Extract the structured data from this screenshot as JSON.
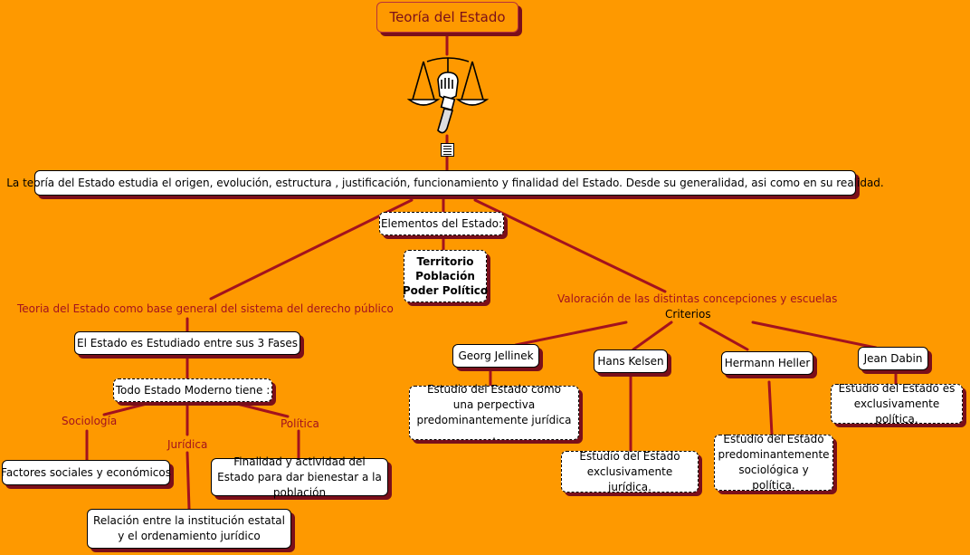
{
  "title": "Teoría del Estado",
  "nodes": {
    "definition": "La teoría del Estado estudia el origen, evolución, estructura , justificación, funcionamiento y finalidad del Estado. Desde su generalidad, asi como en su realidad.",
    "elementos": "Elementos del Estado:",
    "elementos_list": [
      "Territorio",
      "Población",
      "Poder Político"
    ],
    "fases": "El Estado es Estudiado entre sus 3 Fases",
    "moderno": "Todo Estado Moderno tiene :",
    "factores": "Factores sociales y económicos",
    "finalidad": "Finalidad y actividad del Estado para dar bienestar a la población",
    "relacion": "Relación entre la institución estatal y el ordenamiento jurídico",
    "jellinek": "Georg Jellinek",
    "kelsen": "Hans Kelsen",
    "heller": "Hermann Heller",
    "dabin": "Jean Dabin",
    "jellinek_desc": "Estudio del Estado como una perpectiva predominantemente jurídica .",
    "kelsen_desc": "Estudio del Estado exclusivamente jurídica.",
    "heller_desc": "Estudio del Estado predominantemente sociológica y política.",
    "dabin_desc": "Estudio del Estado es exclusivamente política."
  },
  "labels": {
    "base_general": "Teoria del Estado como base general del sistema del derecho público",
    "valoracion": "Valoración de las distintas concepciones y escuelas",
    "criterios": "Criterios",
    "sociologia": "Sociología",
    "juridica": "Jurídica",
    "politica": "Política"
  },
  "colors": {
    "background": "#fe9900",
    "link": "#a3121e",
    "shadow": "#7a0f1a"
  },
  "icons": [
    "scales-of-justice-icon",
    "document-icon"
  ]
}
